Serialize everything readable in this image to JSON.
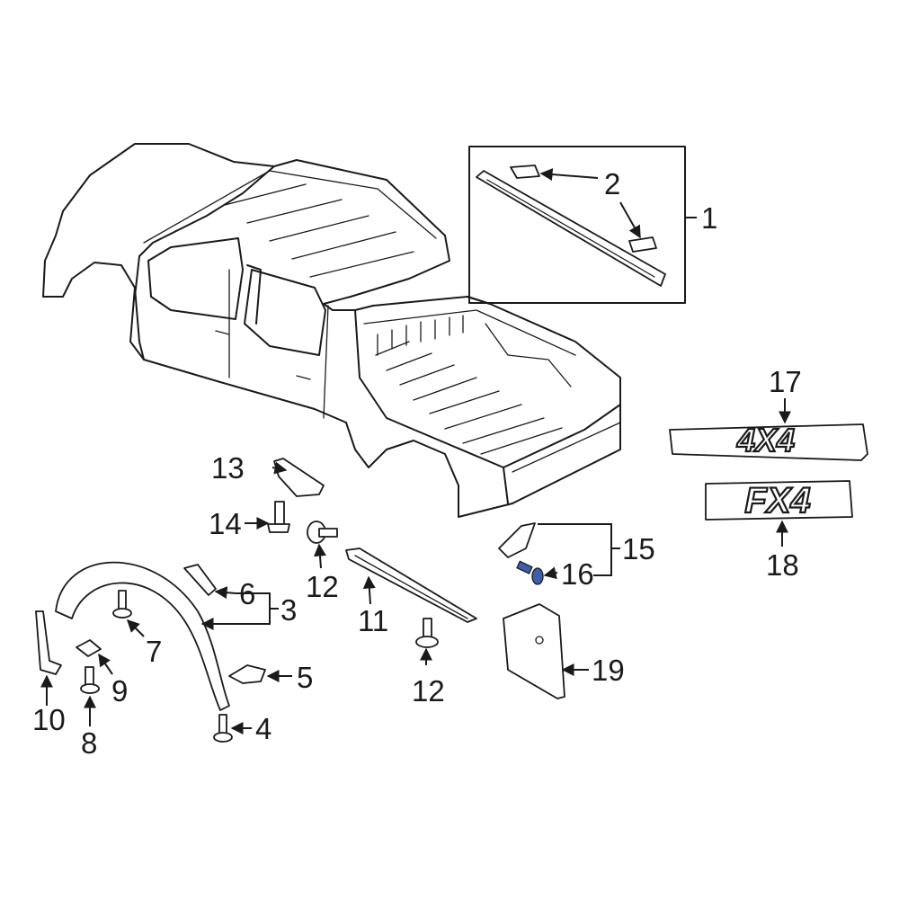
{
  "colors": {
    "line": "#1a1a1a",
    "background": "#ffffff",
    "highlight_part": "#3f5fae"
  },
  "callouts": [
    {
      "id": "1",
      "label": "1"
    },
    {
      "id": "2",
      "label": "2"
    },
    {
      "id": "3",
      "label": "3"
    },
    {
      "id": "4",
      "label": "4"
    },
    {
      "id": "5",
      "label": "5"
    },
    {
      "id": "6",
      "label": "6"
    },
    {
      "id": "7",
      "label": "7"
    },
    {
      "id": "8",
      "label": "8"
    },
    {
      "id": "9",
      "label": "9"
    },
    {
      "id": "10",
      "label": "10"
    },
    {
      "id": "11",
      "label": "11"
    },
    {
      "id": "12a",
      "label": "12"
    },
    {
      "id": "12b",
      "label": "12"
    },
    {
      "id": "13",
      "label": "13"
    },
    {
      "id": "14",
      "label": "14"
    },
    {
      "id": "15",
      "label": "15"
    },
    {
      "id": "16",
      "label": "16"
    },
    {
      "id": "17",
      "label": "17"
    },
    {
      "id": "18",
      "label": "18"
    },
    {
      "id": "19",
      "label": "19"
    }
  ],
  "emblems": {
    "e17": {
      "text": "4X4"
    },
    "e18": {
      "text": "FX4"
    }
  }
}
